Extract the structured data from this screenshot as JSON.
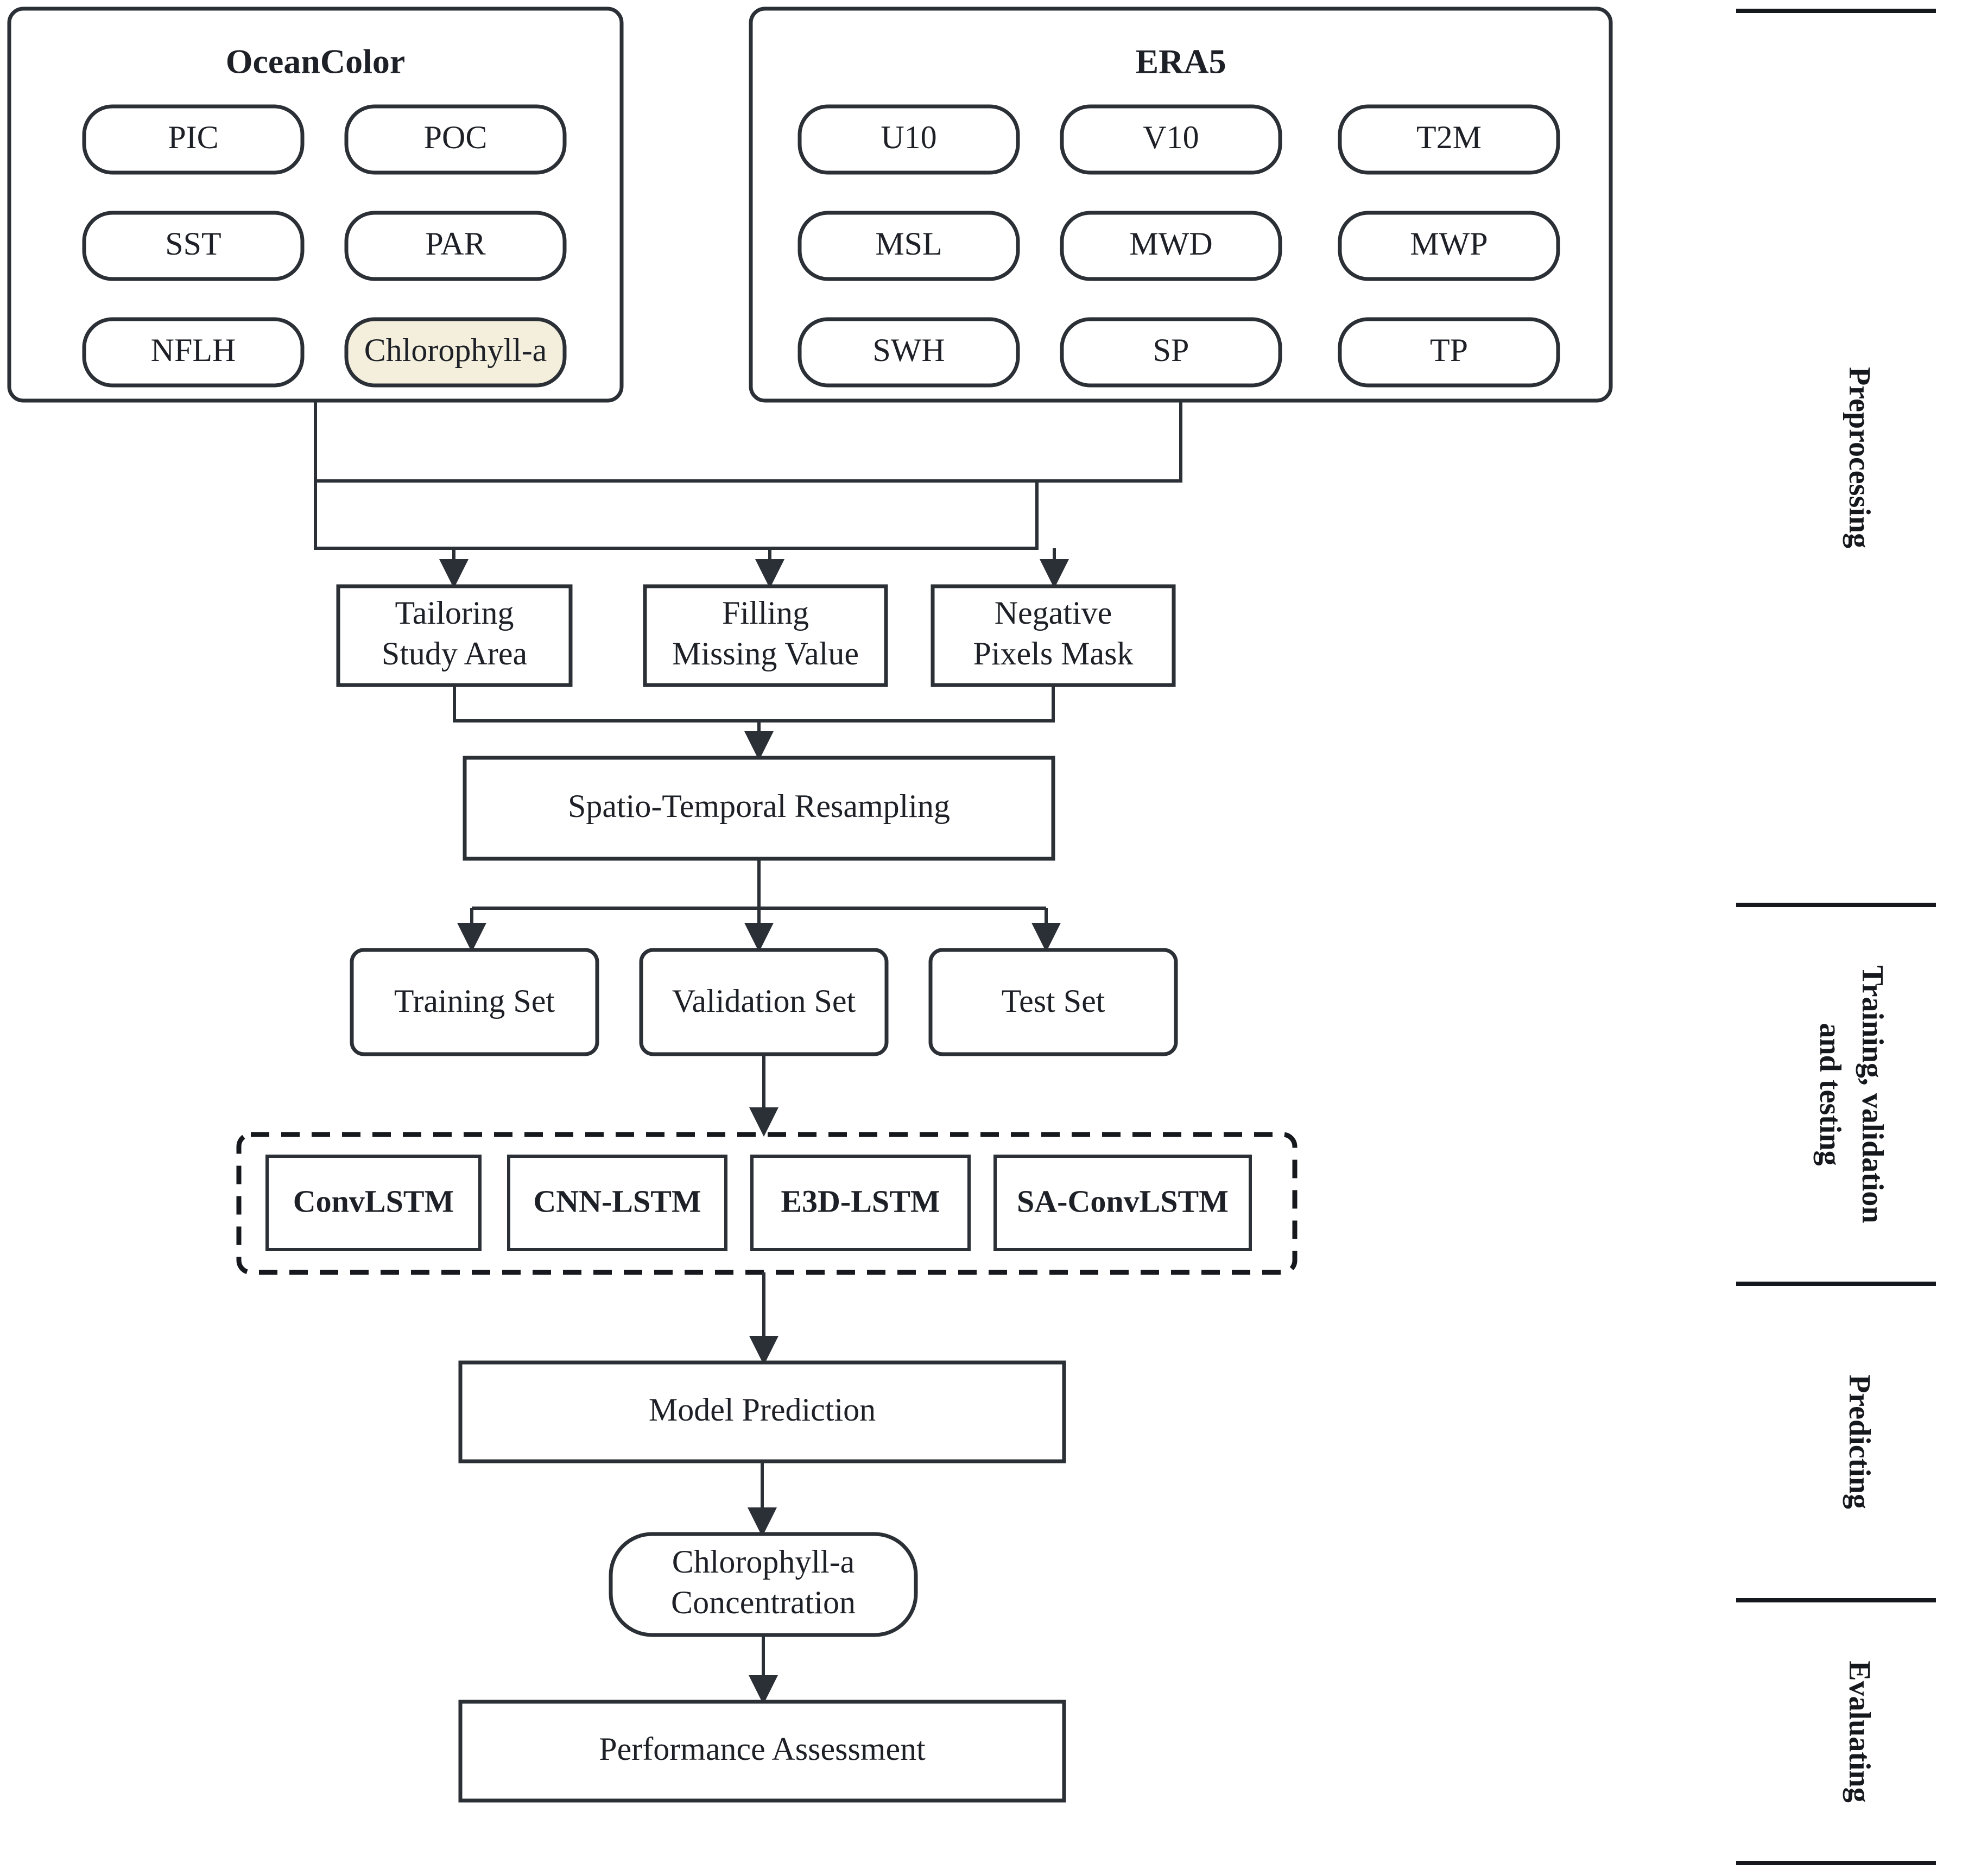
{
  "figure": {
    "type": "flowchart",
    "description": "Chlorophyll-a concentration prediction workflow"
  },
  "sources": {
    "oceancolor": {
      "title": "OceanColor",
      "variables": [
        {
          "label": "PIC",
          "highlighted": false
        },
        {
          "label": "POC",
          "highlighted": false
        },
        {
          "label": "SST",
          "highlighted": false
        },
        {
          "label": "PAR",
          "highlighted": false
        },
        {
          "label": "NFLH",
          "highlighted": false
        },
        {
          "label": "Chlorophyll-a",
          "highlighted": true
        }
      ]
    },
    "era5": {
      "title": "ERA5",
      "variables": [
        {
          "label": "U10",
          "highlighted": false
        },
        {
          "label": "V10",
          "highlighted": false
        },
        {
          "label": "T2M",
          "highlighted": false
        },
        {
          "label": "MSL",
          "highlighted": false
        },
        {
          "label": "MWD",
          "highlighted": false
        },
        {
          "label": "MWP",
          "highlighted": false
        },
        {
          "label": "SWH",
          "highlighted": false
        },
        {
          "label": "SP",
          "highlighted": false
        },
        {
          "label": "TP",
          "highlighted": false
        }
      ]
    }
  },
  "preprocessing": {
    "steps": [
      {
        "line1": "Tailoring",
        "line2": "Study Area"
      },
      {
        "line1": "Filling",
        "line2": "Missing Value"
      },
      {
        "line1": "Negative",
        "line2": "Pixels Mask"
      }
    ],
    "resampling": "Spatio-Temporal Resampling"
  },
  "datasets": [
    {
      "label": "Training Set"
    },
    {
      "label": "Validation Set"
    },
    {
      "label": "Test Set"
    }
  ],
  "models": [
    {
      "label": "ConvLSTM"
    },
    {
      "label": "CNN-LSTM"
    },
    {
      "label": "E3D-LSTM"
    },
    {
      "label": "SA-ConvLSTM"
    }
  ],
  "outputs": {
    "model_prediction": "Model Prediction",
    "chlorophyll_line1": "Chlorophyll-a",
    "chlorophyll_line2": "Concentration",
    "performance": "Performance Assessment"
  },
  "stage_labels": [
    {
      "id": "preprocessing",
      "line1": "Preprocessing",
      "line2": ""
    },
    {
      "id": "training",
      "line1": "Training, validation",
      "line2": "and testing"
    },
    {
      "id": "predicting",
      "line1": "Predicting",
      "line2": ""
    },
    {
      "id": "evaluating",
      "line1": "Evaluating",
      "line2": ""
    }
  ],
  "colors": {
    "stroke": "#2b2f36",
    "highlight_fill": "#f3efdc",
    "background": "#ffffff"
  }
}
